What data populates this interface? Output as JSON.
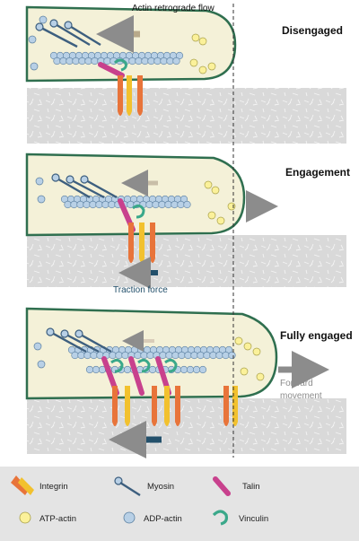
{
  "stages": [
    {
      "title": "Disengaged"
    },
    {
      "title": "Engagement"
    },
    {
      "title": "Fully engaged"
    }
  ],
  "annotations": {
    "retrograde_flow": "Actin retrograde flow",
    "traction_force": "Traction force",
    "forward_movement_line1": "Forward",
    "forward_movement_line2": "movement"
  },
  "legend": {
    "integrin": "Integrin",
    "myosin": "Myosin",
    "talin": "Talin",
    "atp_actin": "ATP-actin",
    "adp_actin": "ADP-actin",
    "vinculin": "Vinculin"
  },
  "colors": {
    "cell_fill": "#f4f1d8",
    "membrane": "#2f6f4f",
    "substrate": "#d9d9d9",
    "adp_actin": "#b8d0e6",
    "atp_actin": "#fbf19a",
    "integrin_orange": "#e8743a",
    "integrin_yellow": "#f2c12e",
    "myosin": "#3d5f7f",
    "talin": "#c8418d",
    "vinculin": "#3aa88a",
    "traction_arrow": "#23506b",
    "gray_arrow": "#8c8c8c"
  },
  "icons": [
    "integrin-icon",
    "myosin-icon",
    "talin-icon",
    "atp-actin-icon",
    "adp-actin-icon",
    "vinculin-icon"
  ]
}
